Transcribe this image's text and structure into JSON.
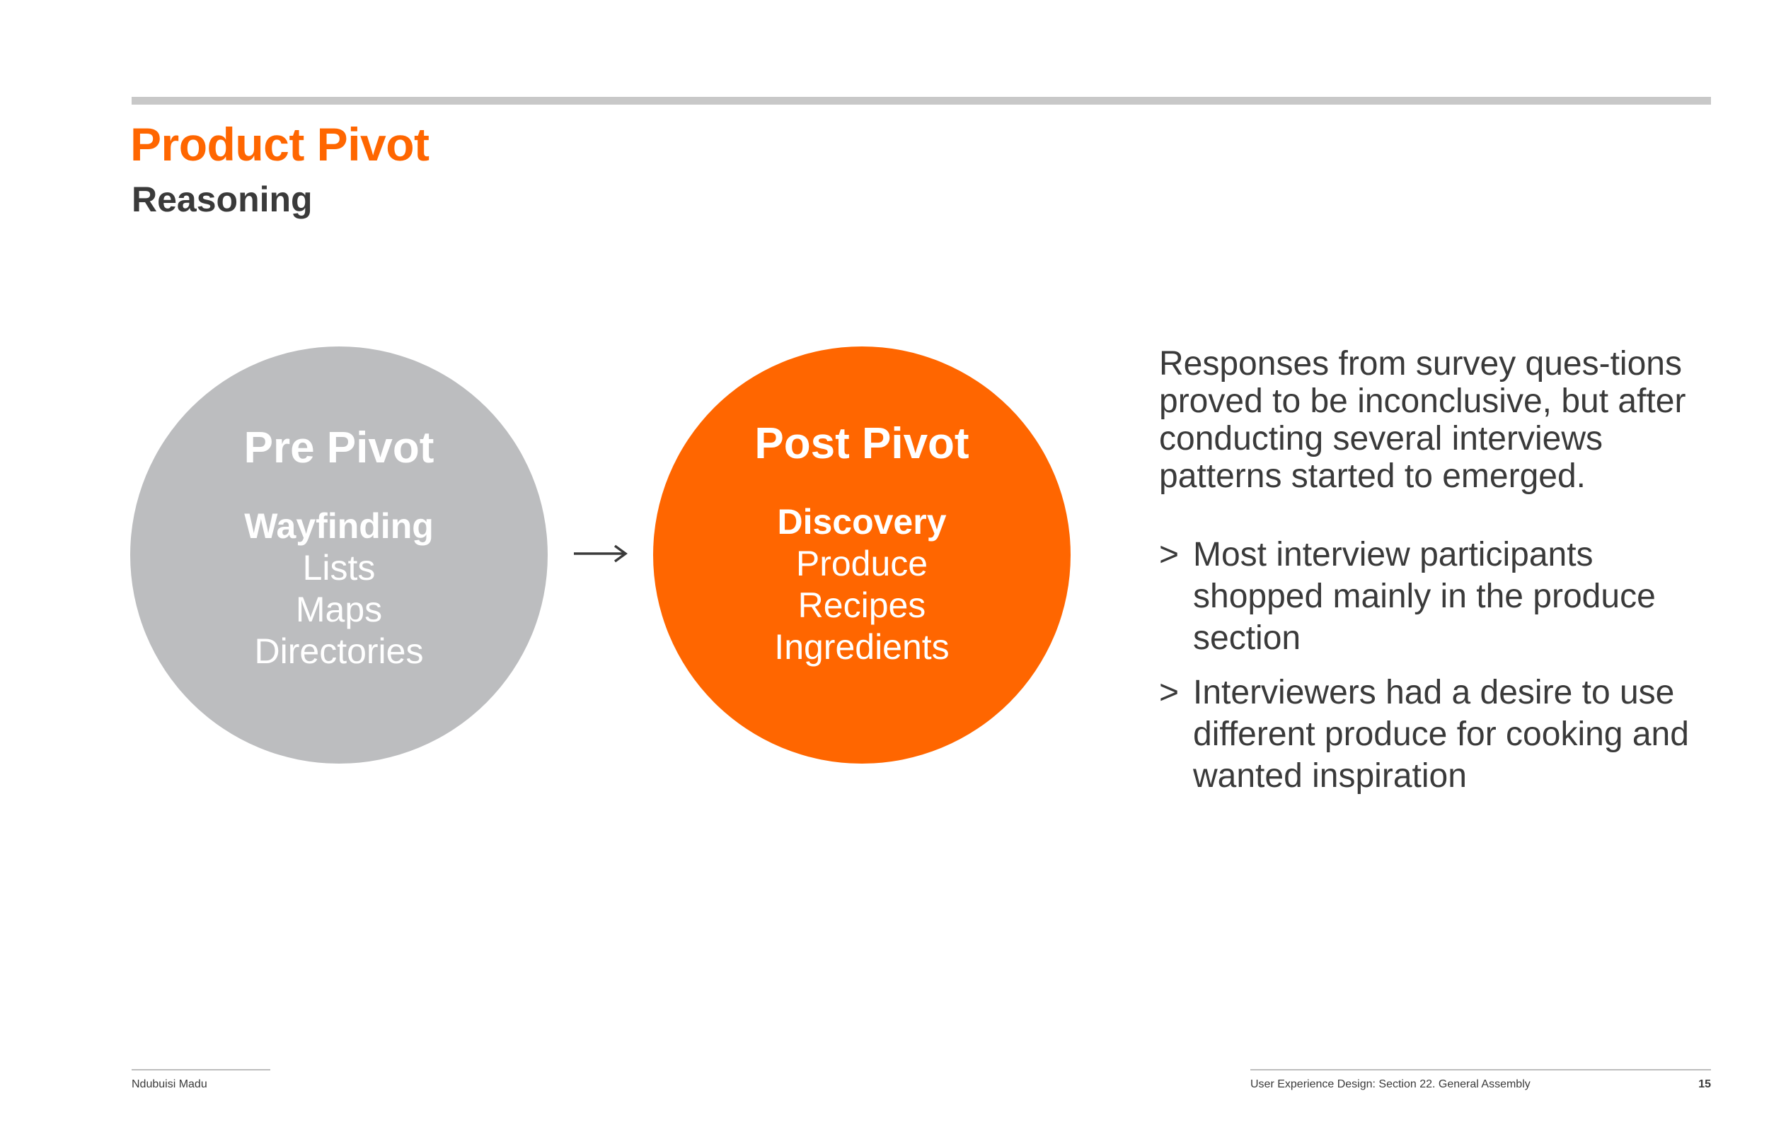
{
  "header": {
    "title": "Product Pivot",
    "subtitle": "Reasoning"
  },
  "pre_pivot": {
    "heading": "Pre Pivot",
    "lead": "Wayfinding",
    "items": [
      "Lists",
      "Maps",
      "Directories"
    ]
  },
  "post_pivot": {
    "heading": "Post Pivot",
    "lead": "Discovery",
    "items": [
      "Produce",
      "Recipes",
      "Ingredients"
    ]
  },
  "reasoning": {
    "paragraph": "Responses from survey ques-tions proved to be inconclusive, but after conducting several interviews patterns started to emerged.",
    "bullet_marker": ">",
    "bullets": [
      "Most interview participants shopped mainly in the produce section",
      "Interviewers had a desire to use different produce for cooking and wanted inspiration"
    ]
  },
  "footer": {
    "author": "Ndubuisi Madu",
    "course": "User Experience Design: Section 22. General Assembly",
    "page": "15"
  },
  "colors": {
    "accent": "#ff6600",
    "pre_circle": "#bcbdbf",
    "rule": "#c8c8c8"
  },
  "icons": {
    "arrow": "arrow-right-icon"
  }
}
